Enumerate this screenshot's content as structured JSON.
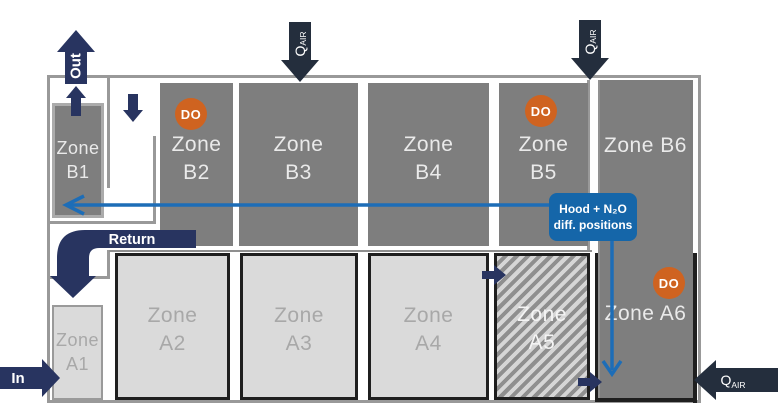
{
  "zones": {
    "b1": {
      "line1": "Zone",
      "line2": "B1"
    },
    "b2": {
      "line1": "Zone",
      "line2": "B2"
    },
    "b3": {
      "line1": "Zone",
      "line2": "B3"
    },
    "b4": {
      "line1": "Zone",
      "line2": "B4"
    },
    "b5": {
      "line1": "Zone",
      "line2": "B5"
    },
    "b6": {
      "line1": "Zone",
      "line2": "B6"
    },
    "a1": {
      "line1": "Zone",
      "line2": "A1"
    },
    "a2": {
      "line1": "Zone",
      "line2": "A2"
    },
    "a3": {
      "line1": "Zone",
      "line2": "A3"
    },
    "a4": {
      "line1": "Zone",
      "line2": "A4"
    },
    "a5": {
      "line1": "Zone",
      "line2": "A5"
    },
    "a6": {
      "line1": "Zone",
      "line2": "A6"
    }
  },
  "labels": {
    "out": "Out",
    "in": "In",
    "return": "Return",
    "do_sensor": "DO",
    "q": "Q",
    "q_sub": "AIR",
    "hood_line1": "Hood + N₂O",
    "hood_line2": "diff. positions"
  },
  "colors": {
    "zone_b_fill": "#7e7e7e",
    "zone_a_fill": "#dadada",
    "hatch_dark": "#8f8f8f",
    "navy_arrow": "#283460",
    "slate_arrow": "#242e3d",
    "blue_line": "#1d6db7",
    "hood_fill": "#1566a9",
    "do_orange": "#cf6320",
    "wall_gray": "#999999",
    "zone_border_dark": "#1f1f1f"
  }
}
